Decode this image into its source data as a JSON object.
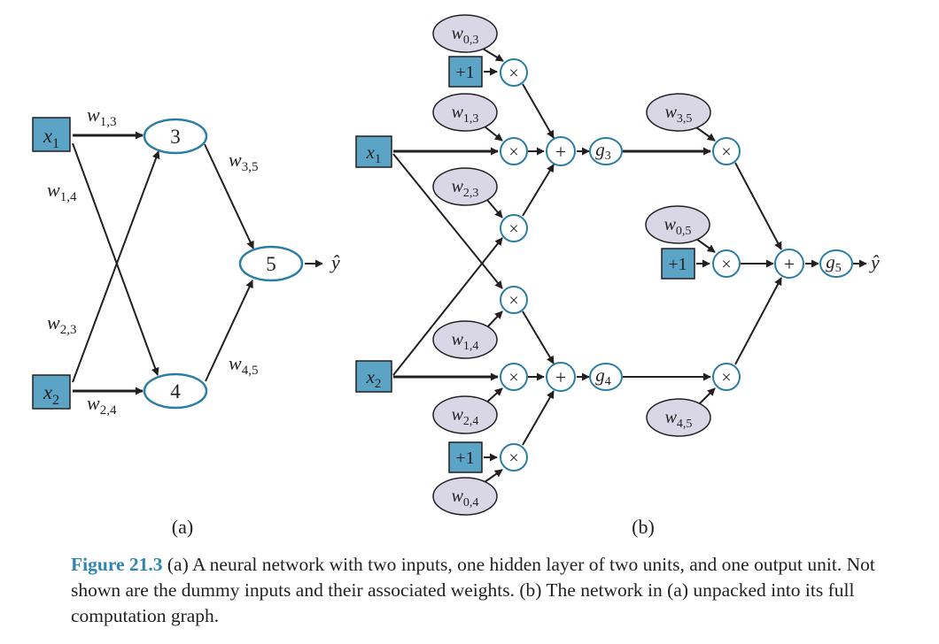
{
  "panel_a": {
    "label": "(a)",
    "inputs": {
      "x1": [
        "x",
        "1"
      ],
      "x2": [
        "x",
        "2"
      ]
    },
    "units": {
      "u3": "3",
      "u4": "4",
      "u5": "5"
    },
    "output": "ŷ",
    "weights": {
      "w13": [
        "w",
        "1,3"
      ],
      "w14": [
        "w",
        "1,4"
      ],
      "w23": [
        "w",
        "2,3"
      ],
      "w24": [
        "w",
        "2,4"
      ],
      "w35": [
        "w",
        "3,5"
      ],
      "w45": [
        "w",
        "4,5"
      ]
    }
  },
  "panel_b": {
    "label": "(b)",
    "inputs": {
      "x1": [
        "x",
        "1"
      ],
      "x2": [
        "x",
        "2"
      ]
    },
    "bias": "+1",
    "mul": "×",
    "add": "+",
    "output": "ŷ",
    "activations": {
      "g3": [
        "g",
        "3"
      ],
      "g4": [
        "g",
        "4"
      ],
      "g5": [
        "g",
        "5"
      ]
    },
    "weights": {
      "w03": [
        "w",
        "0,3"
      ],
      "w13": [
        "w",
        "1,3"
      ],
      "w23": [
        "w",
        "2,3"
      ],
      "w14": [
        "w",
        "1,4"
      ],
      "w24": [
        "w",
        "2,4"
      ],
      "w04": [
        "w",
        "0,4"
      ],
      "w35": [
        "w",
        "3,5"
      ],
      "w05": [
        "w",
        "0,5"
      ],
      "w45": [
        "w",
        "4,5"
      ]
    }
  },
  "caption": {
    "figure_label": "Figure 21.3",
    "text": " (a) A neural network with two inputs, one hidden layer of two units, and one output unit. Not shown are the dummy inputs and their associated weights. (b) The network in (a) unpacked into its full computation graph."
  },
  "colors": {
    "input_fill": "#5ba4c6",
    "weight_fill": "#d9d6e6",
    "node_stroke": "#2c7da5",
    "line": "#231f20",
    "caption_label": "#2e86b0"
  }
}
